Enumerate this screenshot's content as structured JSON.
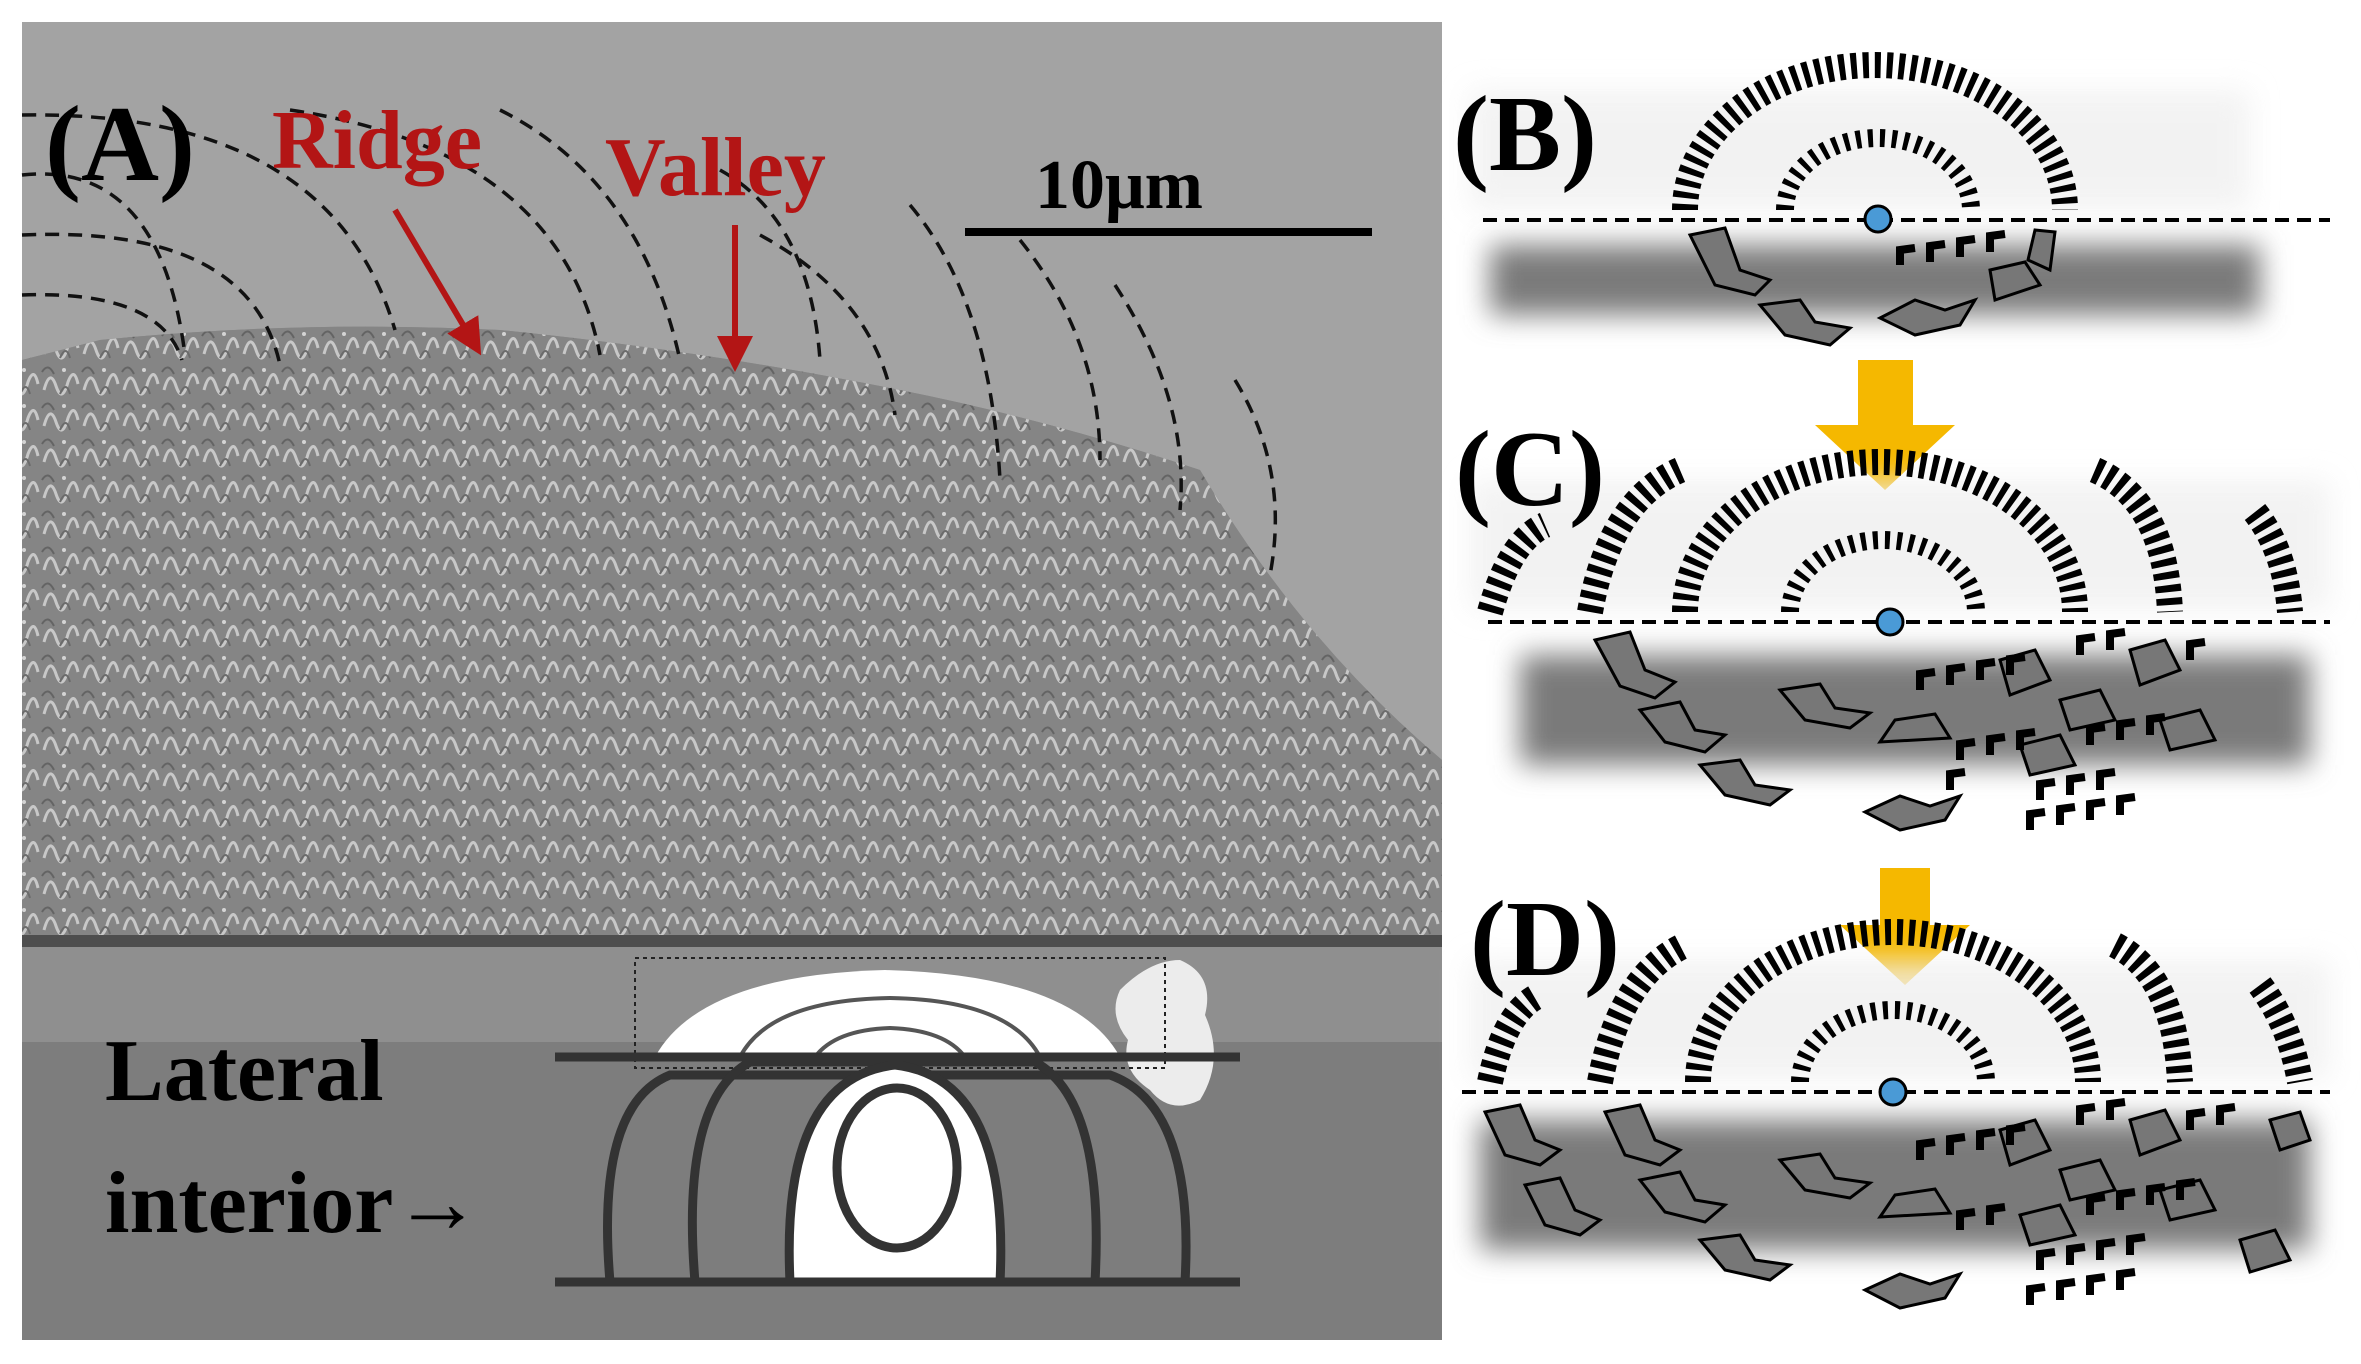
{
  "panel_a": {
    "label": "(A)",
    "ridge": "Ridge",
    "valley": "Valley",
    "scale": "10μm",
    "lateral_line1": "Lateral",
    "lateral_line2": "interior→"
  },
  "panel_b": {
    "label": "(B)"
  },
  "panel_c": {
    "label": "(C)"
  },
  "panel_d": {
    "label": "(D)"
  },
  "colors": {
    "annotation_red": "#b31515",
    "arrow_yellow": "#f5b800",
    "nucleus_blue": "#4a9ad6",
    "sem_gray": "#8a8a8a",
    "ink": "#000000"
  }
}
